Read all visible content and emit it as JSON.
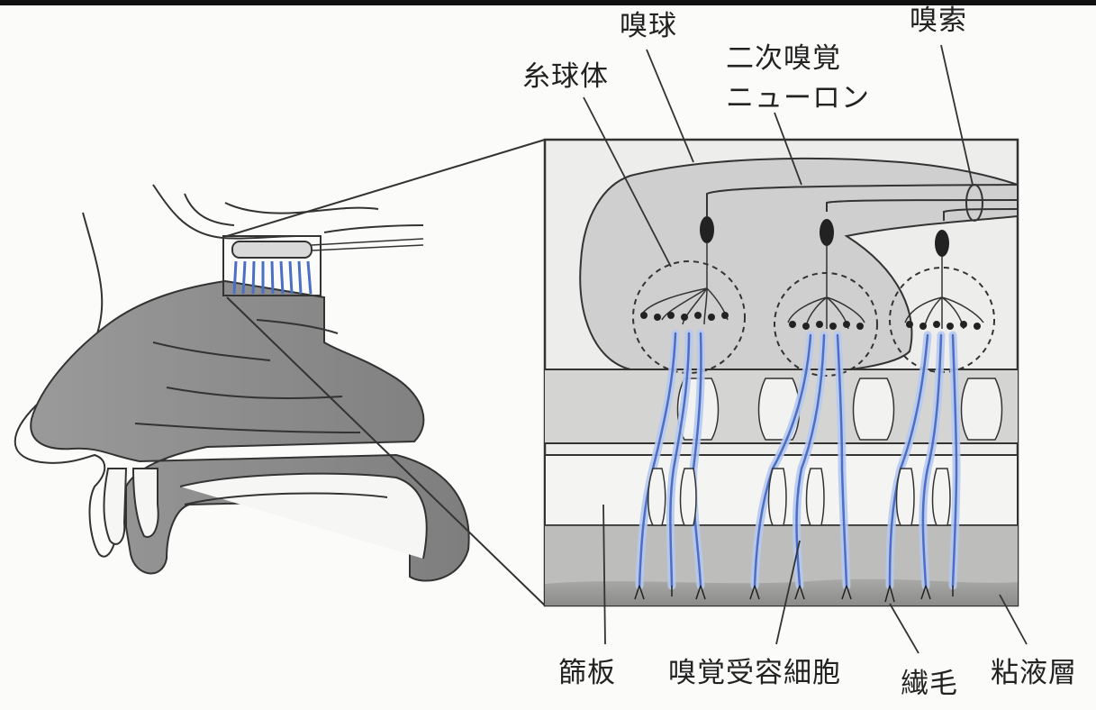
{
  "labels": {
    "olfactory_bulb": "嗅球",
    "olfactory_tract": "嗅索",
    "glomerulus": "糸球体",
    "secondary_neuron_line1": "二次嗅覚",
    "secondary_neuron_line2": "ニューロン",
    "cribriform_plate": "篩板",
    "olfactory_receptor_cell": "嗅覚受容細胞",
    "cilia": "繊毛",
    "mucus_layer": "粘液層"
  },
  "colors": {
    "head_fill": "#8f8f8f",
    "bulb_fill": "#cfcfcf",
    "panel_bg": "#ededec",
    "plate_fill": "#f4f4f2",
    "mucus_fill": "#9a9a98",
    "neuron_blue": "#4a6fc4",
    "neuron_glow": "#b8c9ef",
    "line": "#333333"
  }
}
